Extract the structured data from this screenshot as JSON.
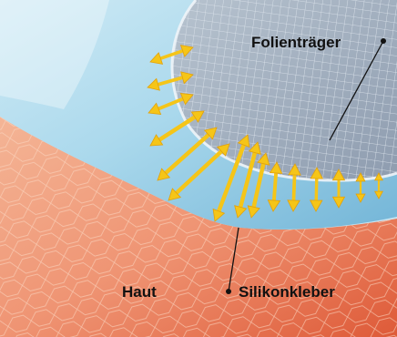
{
  "labels": {
    "carrier_film": "Folienträger",
    "skin": "Haut",
    "silicone_adhesive": "Silikonkleber"
  },
  "colors": {
    "skin_light": "#f6b899",
    "skin_dark": "#e2613f",
    "skin_cell_line": "#fbd8c2",
    "film_blue_light": "#eaf6fb",
    "film_blue": "#9fd3ea",
    "film_blue_dark": "#5fa9cf",
    "mesh_grey": "#9aa8b8",
    "mesh_grey_light": "#c9d2dc",
    "arrow_yellow": "#f5c518",
    "arrow_orange": "#e3a10a",
    "leader_line": "#111111"
  },
  "icons": {
    "arrow": "double-headed-arrow",
    "marker": "label-dot"
  }
}
